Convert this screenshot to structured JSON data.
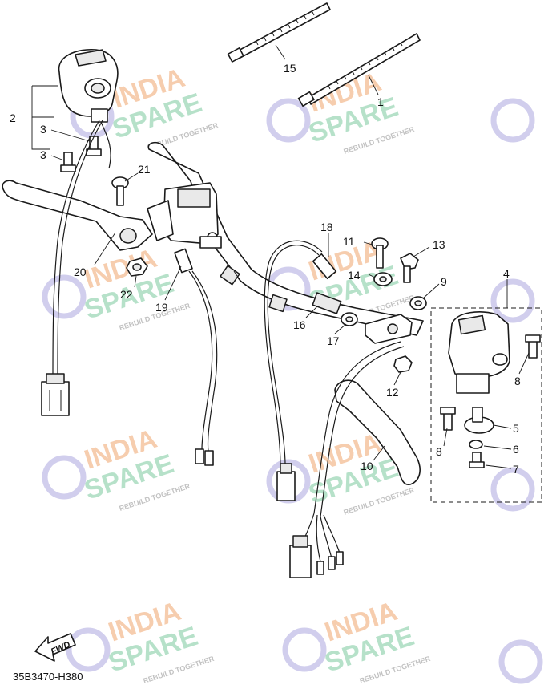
{
  "diagram": {
    "code": "35B3470-H380",
    "fwd_label": "FWD",
    "callouts": [
      {
        "id": "c1",
        "text": "1"
      },
      {
        "id": "c2",
        "text": "2"
      },
      {
        "id": "c3a",
        "text": "3"
      },
      {
        "id": "c3b",
        "text": "3"
      },
      {
        "id": "c4",
        "text": "4"
      },
      {
        "id": "c5",
        "text": "5"
      },
      {
        "id": "c6",
        "text": "6"
      },
      {
        "id": "c7",
        "text": "7"
      },
      {
        "id": "c8a",
        "text": "8"
      },
      {
        "id": "c8b",
        "text": "8"
      },
      {
        "id": "c9",
        "text": "9"
      },
      {
        "id": "c10",
        "text": "10"
      },
      {
        "id": "c11",
        "text": "11"
      },
      {
        "id": "c12",
        "text": "12"
      },
      {
        "id": "c13",
        "text": "13"
      },
      {
        "id": "c14",
        "text": "14"
      },
      {
        "id": "c15",
        "text": "15"
      },
      {
        "id": "c16",
        "text": "16"
      },
      {
        "id": "c17",
        "text": "17"
      },
      {
        "id": "c18",
        "text": "18"
      },
      {
        "id": "c19",
        "text": "19"
      },
      {
        "id": "c20",
        "text": "20"
      },
      {
        "id": "c21",
        "text": "21"
      },
      {
        "id": "c22",
        "text": "22"
      }
    ]
  },
  "watermark": {
    "line1": "INDIA",
    "line2": "SPARE",
    "tagline": "REBUILD TOGETHER",
    "colors": {
      "india": "#f5c4a0",
      "spare": "#a9dcc0",
      "tagline": "#b8b8b8",
      "logo": "#c9c6ea"
    }
  }
}
